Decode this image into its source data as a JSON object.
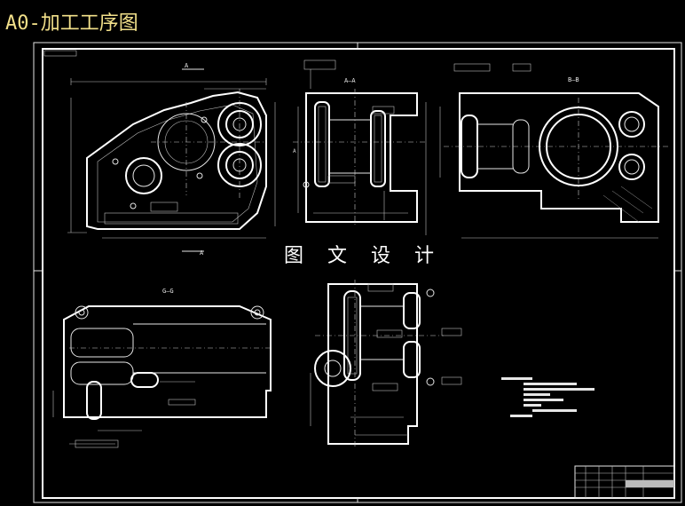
{
  "title": "A0-加工工序图",
  "watermark": "图 文 设 计",
  "views": {
    "a_a": "A—A",
    "b_b": "B—B",
    "g_g": "G—G",
    "section_mark": "A",
    "front_a": "A"
  },
  "colors": {
    "background": "#000000",
    "lines": "#e6e6e6",
    "title": "#f2e08a"
  }
}
